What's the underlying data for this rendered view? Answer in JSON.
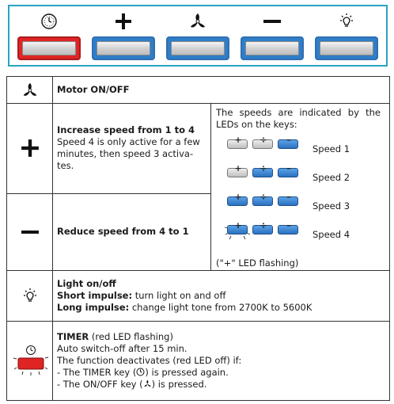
{
  "control_panel": {
    "keys": [
      {
        "id": "timer",
        "icon": "timer-icon",
        "led_color": "#e02424"
      },
      {
        "id": "plus",
        "icon": "plus-icon",
        "led_color": "#2f7ec7"
      },
      {
        "id": "fan",
        "icon": "fan-icon",
        "led_color": "#2f7ec7"
      },
      {
        "id": "minus",
        "icon": "minus-icon",
        "led_color": "#2f7ec7"
      },
      {
        "id": "light",
        "icon": "light-bulb-icon",
        "led_color": "#2f7ec7"
      }
    ]
  },
  "legend": {
    "motor": {
      "title": "Motor ON/OFF"
    },
    "increase": {
      "title": "Increase speed from 1 to 4",
      "desc_1": "Speed 4 is only active for a few",
      "desc_2": "minutes, then speed 3 activa-",
      "desc_3": "tes."
    },
    "speeds": {
      "intro": "The speeds are indicated by the LEDs on the keys:",
      "led_symbols": [
        "+",
        "÷",
        "–"
      ],
      "rows": [
        {
          "label": "Speed 1",
          "leds": [
            false,
            false,
            true
          ],
          "flashing_plus": false
        },
        {
          "label": "Speed 2",
          "leds": [
            false,
            true,
            true
          ],
          "flashing_plus": false
        },
        {
          "label": "Speed 3",
          "leds": [
            true,
            true,
            true
          ],
          "flashing_plus": false
        },
        {
          "label": "Speed 4",
          "leds": [
            true,
            true,
            true
          ],
          "flashing_plus": true
        }
      ],
      "flash_note": "(\"+\" LED flashing)"
    },
    "reduce": {
      "title": "Reduce speed from 4 to 1"
    },
    "light": {
      "title": "Light on/off",
      "short_label": "Short impulse:",
      "short_text": " turn light on and off",
      "long_label": "Long impulse:",
      "long_text": " change light tone from 2700K to 5600K"
    },
    "timer": {
      "title": "TIMER",
      "title_suffix": " (red LED flashing)",
      "line_1": "Auto switch-off after 15 min.",
      "line_2": "The function deactivates (red LED off) if:",
      "line_3_pre": "- The TIMER key (",
      "line_3_post": ") is pressed again.",
      "line_4_pre": "- The ON/OFF key (",
      "line_4_post": ") is pressed."
    }
  },
  "colors": {
    "frame": "#2aa3c2",
    "blue_led": "#2f7ec7",
    "red_led": "#e02424"
  }
}
